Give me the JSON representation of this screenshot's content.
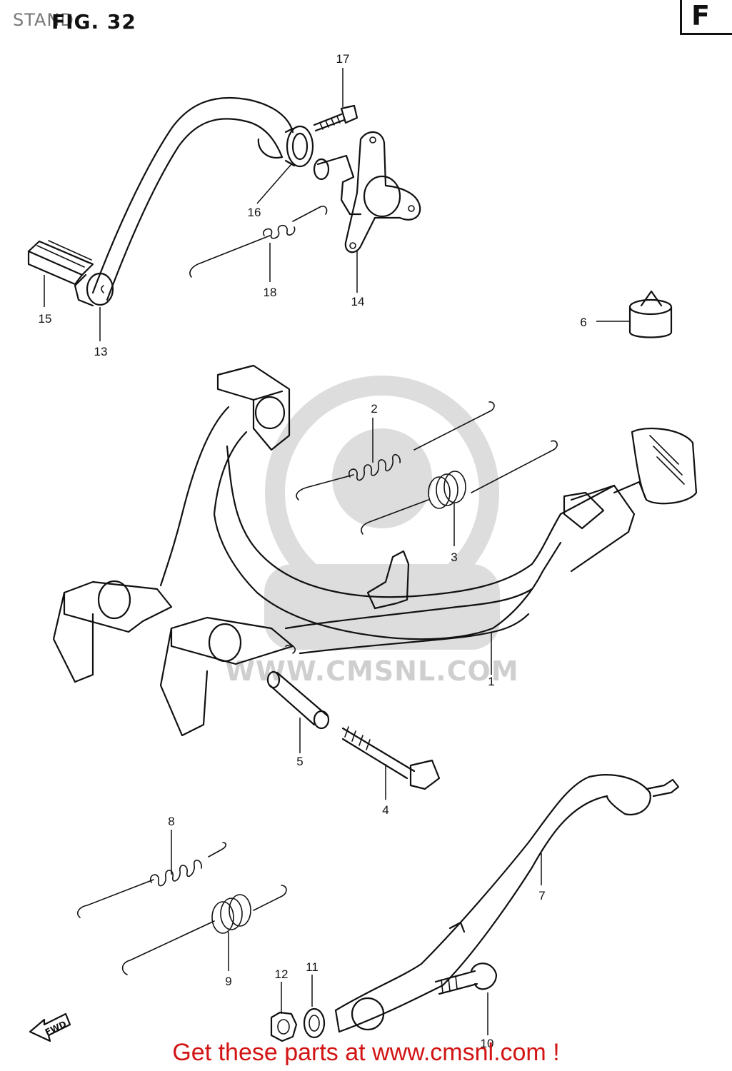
{
  "header": {
    "section": "STAND",
    "figure": "FIG. 32",
    "group_letter": "F"
  },
  "watermark": {
    "text": "WWW.CMSNL.COM"
  },
  "callouts": [
    "1",
    "2",
    "3",
    "4",
    "5",
    "6",
    "7",
    "8",
    "9",
    "10",
    "11",
    "12",
    "13",
    "14",
    "15",
    "16",
    "17",
    "18"
  ],
  "direction_marker": "FWD",
  "footer": {
    "text": "Get these parts at www.cmsnl.com !"
  }
}
